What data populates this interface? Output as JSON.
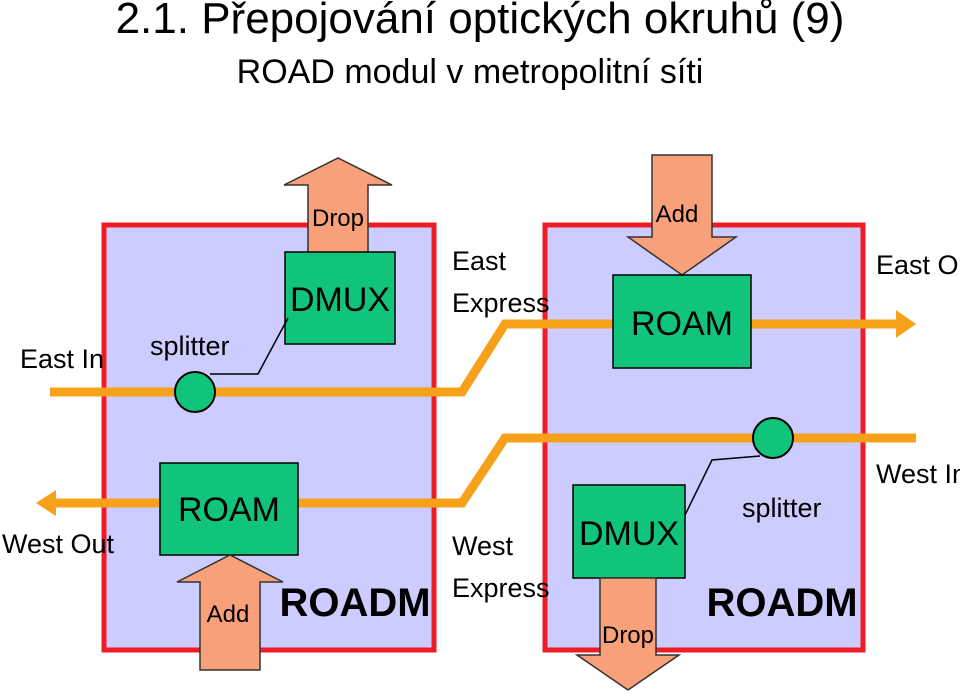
{
  "title": "2.1. Přepojování optických okruhů (9)",
  "subtitle": "ROAD modul v metropolitní síti",
  "colors": {
    "fiber": "#F7A11A",
    "module_fill": "#CCCCFF",
    "module_border": "#EE1C24",
    "box_fill": "#10C47C",
    "arrow_fill": "#F8A07A"
  },
  "labels": {
    "east_in": "East In",
    "west_out": "West Out",
    "east_express": [
      "East",
      "Express"
    ],
    "west_express": [
      "West",
      "Express"
    ],
    "east_out": "East Out",
    "west_in": "West In",
    "splitter_left": "splitter",
    "splitter_right": "splitter"
  },
  "left_module": {
    "dmux": "DMUX",
    "roam": "ROAM",
    "drop": "Drop",
    "add": "Add",
    "name": "ROADM"
  },
  "right_module": {
    "roam": "ROAM",
    "dmux": "DMUX",
    "drop": "Drop",
    "add": "Add",
    "name": "ROADM"
  }
}
